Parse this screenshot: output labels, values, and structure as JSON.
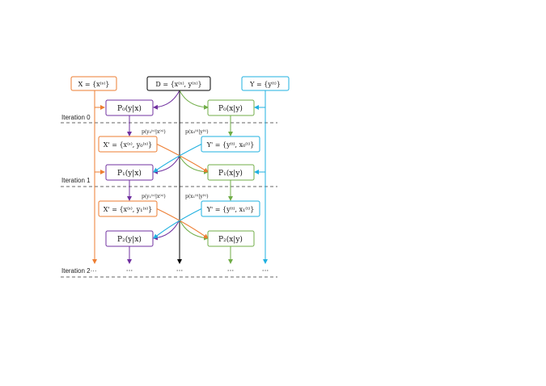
{
  "colors": {
    "orange": "#ED7D31",
    "blue": "#1FB0E0",
    "purple": "#7030A0",
    "green": "#70AD47",
    "black": "#000000"
  },
  "sources": {
    "x": "X = {x⁽ˢ⁾}",
    "d": "D = {x⁽ⁿ⁾, y⁽ⁿ⁾}",
    "y": "Y = {y⁽ᵗ⁾}"
  },
  "iterations": [
    {
      "label": "Iteration 0",
      "p_left": "P₀(y|x)",
      "p_right": "P₀(x|y)",
      "sample_left": "p(y₀⁽ˢ⁾|x⁽ˢ⁾)",
      "sample_right": "p(x₀⁽ᵗ⁾|y⁽ᵗ⁾)",
      "x_prime": "X' = {x⁽ˢ⁾, y₀⁽ˢ⁾}",
      "y_prime": "Y' = {y⁽ᵗ⁾, x₀⁽ᵗ⁾}"
    },
    {
      "label": "Iteration 1",
      "p_left": "P₁(y|x)",
      "p_right": "P₁(x|y)",
      "sample_left": "p(y₁⁽ˢ⁾|x⁽ˢ⁾)",
      "sample_right": "p(x₁⁽ᵗ⁾|y⁽ᵗ⁾)",
      "x_prime": "X' = {x⁽ˢ⁾, y₁⁽ˢ⁾}",
      "y_prime": "Y' = {y⁽ᵗ⁾, x₁⁽ᵗ⁾}"
    }
  ],
  "final": {
    "p_left": "P₂(y|x)",
    "p_right": "P₂(x|y)",
    "iteration_label": "Iteration 2···",
    "dots": "···"
  }
}
